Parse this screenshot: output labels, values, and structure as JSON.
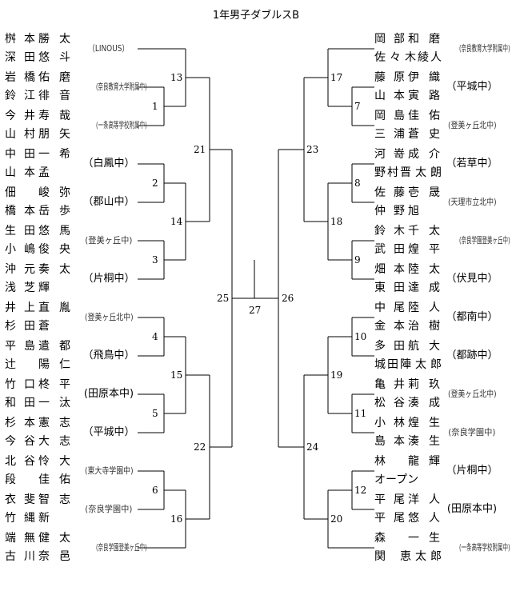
{
  "title": "1年男子ダブルスB",
  "left_entries": [
    {
      "players": [
        "桝本 勝太",
        "深田 悠斗"
      ],
      "school": "（LINOUS）"
    },
    {
      "players": [
        "岩橋 佑磨",
        "鈴江 徘音"
      ],
      "school": "(奈良教育大学附属中)"
    },
    {
      "players": [
        "今井 寿哉",
        "山村 朋矢"
      ],
      "school": "(一条高等学校附属中)"
    },
    {
      "players": [
        "中田 一希",
        "山本 孟"
      ],
      "school": "（白鳳中）"
    },
    {
      "players": [
        "佃 峻弥",
        "橋本 岳歩"
      ],
      "school": "（郡山中）"
    },
    {
      "players": [
        "生田 悠馬",
        "小嶋 俊央"
      ],
      "school": "(登美ヶ丘中)"
    },
    {
      "players": [
        "沖元 奏太",
        "浅芝 輝"
      ],
      "school": "（片桐中）"
    },
    {
      "players": [
        "井上 直胤",
        "杉田 蒼"
      ],
      "school": "(登美ヶ丘北中)"
    },
    {
      "players": [
        "平島 遣都",
        "辻 陽仁"
      ],
      "school": "（飛鳥中）"
    },
    {
      "players": [
        "竹口 柊平",
        "和田 一汰"
      ],
      "school": "(田原本中)"
    },
    {
      "players": [
        "杉本 憲志",
        "今谷 大志"
      ],
      "school": "（平城中）"
    },
    {
      "players": [
        "北谷 怜大",
        "段 佳佑"
      ],
      "school": "(東大寺学園中)"
    },
    {
      "players": [
        "衣斐 智志",
        "竹縄 新"
      ],
      "school": "(奈良学園中)"
    },
    {
      "players": [
        "端無 健太",
        "古川 奈邑"
      ],
      "school": "(奈良学園登美ヶ丘中)"
    }
  ],
  "right_entries": [
    {
      "players": [
        "岡部 和磨",
        "佐々木 綾人"
      ],
      "school": "(奈良教育大学附属中)"
    },
    {
      "players": [
        "藤原 伊織",
        "山本 寅路"
      ],
      "school": "（平城中）"
    },
    {
      "players": [
        "岡島 佳佑",
        "三浦 蒼史"
      ],
      "school": "(登美ヶ丘北中)"
    },
    {
      "players": [
        "河嵜 成介",
        "野村 晋太朗"
      ],
      "school": "（若草中）"
    },
    {
      "players": [
        "佐藤 壱晟",
        "仲野 旭"
      ],
      "school": "(天理市立北中)"
    },
    {
      "players": [
        "鈴木 千太",
        "武田 煌平"
      ],
      "school": "(奈良学園登美ヶ丘中)"
    },
    {
      "players": [
        "畑本 陸太",
        "東田 達成"
      ],
      "school": "（伏見中）"
    },
    {
      "players": [
        "中尾 陸人",
        "金本 治樹"
      ],
      "school": "（都南中）"
    },
    {
      "players": [
        "多田 航大",
        "城田 陣太郎"
      ],
      "school": "（都跡中）"
    },
    {
      "players": [
        "亀井 莉玖",
        "松谷 湊成"
      ],
      "school": "(登美ヶ丘北中)"
    },
    {
      "players": [
        "小林 煌生",
        "島本 湊生"
      ],
      "school": "(奈良学園中)"
    },
    {
      "players": [
        "林 龍輝",
        "オープン"
      ],
      "school": "（片桐中）"
    },
    {
      "players": [
        "平尾 洋人",
        "平尾 悠人"
      ],
      "school": "(田原本中)"
    },
    {
      "players": [
        "森 一生",
        "関 恵太郎"
      ],
      "school": "(一条高等学校附属中)"
    }
  ],
  "matches": {
    "m1": "1",
    "m2": "2",
    "m3": "3",
    "m4": "4",
    "m5": "5",
    "m6": "6",
    "m7": "7",
    "m8": "8",
    "m9": "9",
    "m10": "10",
    "m11": "11",
    "m12": "12",
    "m13": "13",
    "m14": "14",
    "m15": "15",
    "m16": "16",
    "m17": "17",
    "m18": "18",
    "m19": "19",
    "m20": "20",
    "m21": "21",
    "m22": "22",
    "m23": "23",
    "m24": "24",
    "m25": "25",
    "m26": "26",
    "m27": "27"
  }
}
